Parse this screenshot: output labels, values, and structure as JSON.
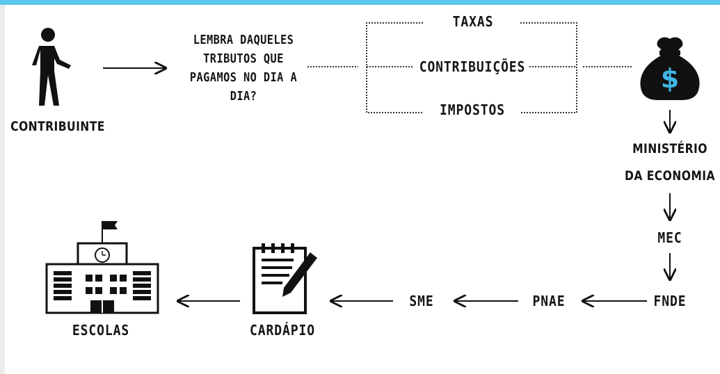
{
  "nodes": {
    "contribuinte": "CONTRIBUINTE",
    "question_lines": [
      "LEMBRA DAQUELES",
      "TRIBUTOS QUE",
      "PAGAMOS NO DIA A",
      "DIA?"
    ],
    "tributos": [
      "TAXAS",
      "CONTRIBUIÇÕES",
      "IMPOSTOS"
    ],
    "ministerio_line1": "MINISTÉRIO",
    "ministerio_line2": "DA ECONOMIA",
    "mec": "MEC",
    "fnde": "FNDE",
    "pnae": "PNAE",
    "sme": "SME",
    "cardapio": "CARDÁPIO",
    "escolas": "ESCOLAS"
  },
  "money_bag_symbol": "$",
  "icons": {
    "person": "person-walking-icon",
    "money": "money-bag-icon",
    "menu": "notepad-pencil-icon",
    "school": "school-building-icon"
  },
  "colors": {
    "accent_bar": "#5bc8ec",
    "bag_symbol": "#3fb6e6",
    "ink": "#111111"
  }
}
